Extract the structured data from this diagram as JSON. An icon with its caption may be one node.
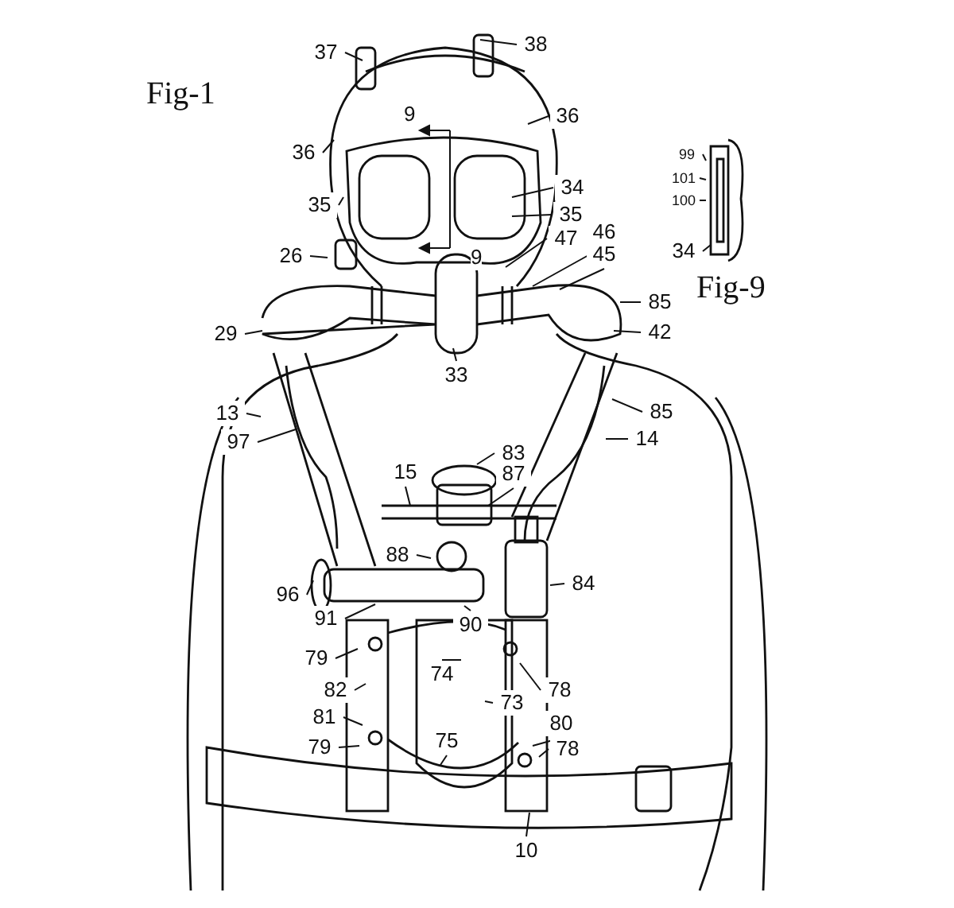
{
  "diagram": {
    "nodes": [
      {
        "text": [
          "37"
        ]
      },
      {
        "text": [
          "38"
        ]
      },
      {
        "text": [
          "36"
        ]
      },
      {
        "text": [
          "36"
        ]
      },
      {
        "text": [
          "34"
        ]
      },
      {
        "text": [
          "35"
        ]
      },
      {
        "text": [
          "26"
        ]
      },
      {
        "text": [
          "35"
        ]
      },
      {
        "text": [
          "47"
        ]
      },
      {
        "text": [
          "46"
        ]
      },
      {
        "text": [
          "45"
        ]
      },
      {
        "text": [
          "85"
        ]
      },
      {
        "text": [
          "42"
        ]
      },
      {
        "text": [
          "29"
        ]
      },
      {
        "text": [
          "33"
        ]
      },
      {
        "text": [
          "99"
        ]
      },
      {
        "text": [
          "101"
        ]
      },
      {
        "text": [
          "100"
        ]
      },
      {
        "text": [
          "34"
        ]
      },
      {
        "text": [
          "13"
        ]
      },
      {
        "text": [
          "97"
        ]
      },
      {
        "text": [
          "85"
        ]
      },
      {
        "text": [
          "14"
        ]
      },
      {
        "text": [
          "83"
        ]
      },
      {
        "text": [
          "87"
        ]
      },
      {
        "text": [
          "15"
        ]
      },
      {
        "text": [
          "88"
        ]
      },
      {
        "text": [
          "96"
        ]
      },
      {
        "text": [
          "91"
        ]
      },
      {
        "text": [
          "90"
        ]
      },
      {
        "text": [
          "84"
        ]
      },
      {
        "text": [
          "79"
        ]
      },
      {
        "text": [
          "74"
        ]
      },
      {
        "text": [
          "78"
        ]
      },
      {
        "text": [
          "82"
        ]
      },
      {
        "text": [
          "73"
        ]
      },
      {
        "text": [
          "81"
        ]
      },
      {
        "text": [
          "80"
        ]
      },
      {
        "text": [
          "79"
        ]
      },
      {
        "text": [
          "75"
        ]
      },
      {
        "text": [
          "78"
        ]
      },
      {
        "text": [
          "10"
        ]
      }
    ],
    "edges": [
      {
        "from": 0,
        "to": null,
        "arrow": "none"
      },
      {
        "from": 1,
        "to": null,
        "arrow": "none"
      },
      {
        "from": 2,
        "to": null,
        "arrow": "none"
      },
      {
        "from": 3,
        "to": null,
        "arrow": "none"
      },
      {
        "from": 4,
        "to": null,
        "arrow": "none"
      },
      {
        "from": 5,
        "to": null,
        "arrow": "none"
      },
      {
        "from": 6,
        "to": null,
        "arrow": "none"
      },
      {
        "from": 7,
        "to": null,
        "arrow": "none"
      },
      {
        "from": 8,
        "to": null,
        "arrow": "none"
      },
      {
        "from": 9,
        "to": null,
        "arrow": "none"
      },
      {
        "from": 10,
        "to": null,
        "arrow": "none"
      },
      {
        "from": 11,
        "to": null,
        "arrow": "none"
      },
      {
        "from": 12,
        "to": null,
        "arrow": "none"
      },
      {
        "from": 13,
        "to": null,
        "arrow": "none"
      },
      {
        "from": 14,
        "to": null,
        "arrow": "none"
      },
      {
        "from": 15,
        "to": null,
        "arrow": "none"
      },
      {
        "from": 16,
        "to": null,
        "arrow": "none"
      },
      {
        "from": 17,
        "to": null,
        "arrow": "none"
      },
      {
        "from": 18,
        "to": null,
        "arrow": "none"
      },
      {
        "from": 19,
        "to": null,
        "arrow": "none"
      },
      {
        "from": 20,
        "to": null,
        "arrow": "none"
      },
      {
        "from": 21,
        "to": null,
        "arrow": "none"
      },
      {
        "from": 22,
        "to": null,
        "arrow": "none"
      },
      {
        "from": 23,
        "to": null,
        "arrow": "none"
      },
      {
        "from": 24,
        "to": null,
        "arrow": "none"
      },
      {
        "from": 25,
        "to": null,
        "arrow": "none"
      },
      {
        "from": 26,
        "to": null,
        "arrow": "none"
      },
      {
        "from": 27,
        "to": null,
        "arrow": "none"
      },
      {
        "from": 28,
        "to": null,
        "arrow": "none"
      },
      {
        "from": 29,
        "to": null,
        "arrow": "none"
      },
      {
        "from": 30,
        "to": null,
        "arrow": "none"
      },
      {
        "from": 31,
        "to": null,
        "arrow": "none"
      },
      {
        "from": 32,
        "to": null,
        "arrow": "none"
      },
      {
        "from": 33,
        "to": null,
        "arrow": "none"
      },
      {
        "from": 34,
        "to": null,
        "arrow": "none"
      },
      {
        "from": 35,
        "to": null,
        "arrow": "none"
      },
      {
        "from": 36,
        "to": null,
        "arrow": "none"
      },
      {
        "from": 37,
        "to": null,
        "arrow": "none"
      },
      {
        "from": 38,
        "to": null,
        "arrow": "none"
      },
      {
        "from": 39,
        "to": null,
        "arrow": "none"
      },
      {
        "from": 40,
        "to": null,
        "arrow": "none"
      },
      {
        "from": 41,
        "to": null,
        "arrow": "none"
      }
    ],
    "labels": [
      "Fig-1",
      "9",
      "9",
      "Fig-9"
    ]
  }
}
